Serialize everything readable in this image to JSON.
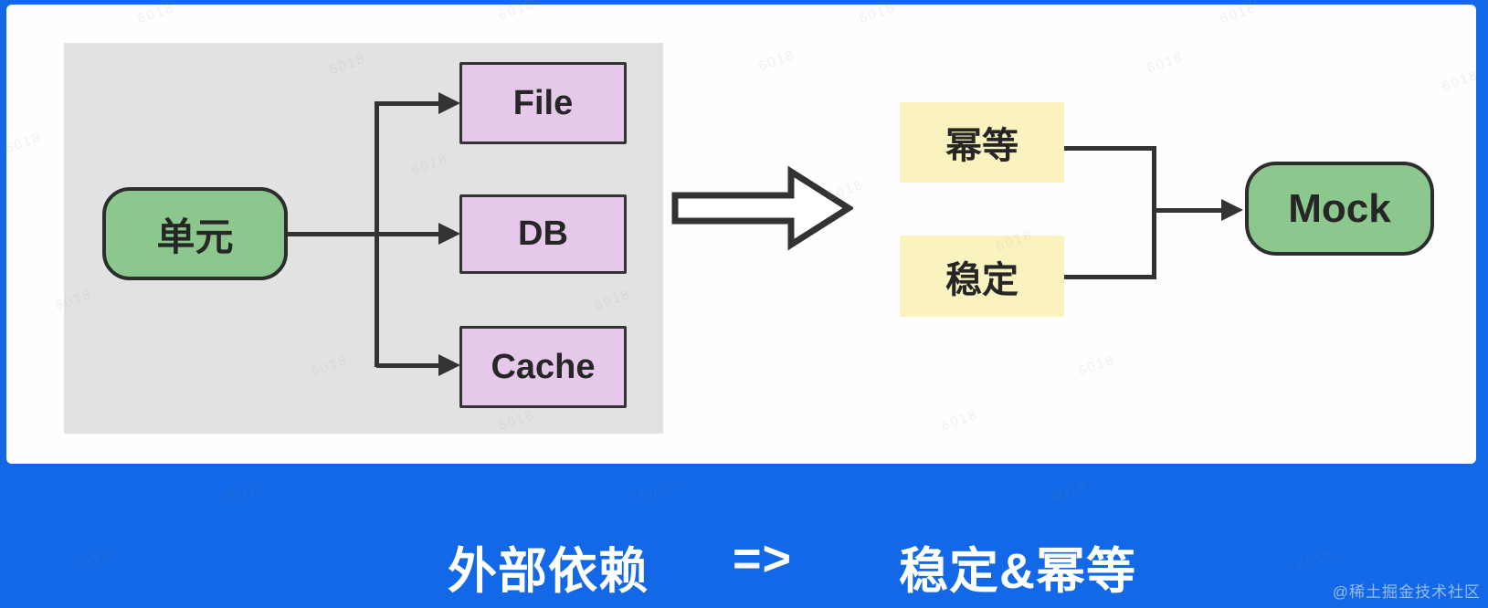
{
  "diagram": {
    "unit_label": "单元",
    "dependencies": [
      "File",
      "DB",
      "Cache"
    ],
    "qualities": [
      "幂等",
      "稳定"
    ],
    "mock_label": "Mock",
    "caption": {
      "left": "外部依赖",
      "arrow": "=>",
      "right": "稳定&幂等"
    },
    "corner_watermark": "@稀土掘金技术社区",
    "tile_watermark": "6018",
    "colors": {
      "background_blue": "#1268E6",
      "panel_gray": "#E2E2E2",
      "node_green": "#8CC88D",
      "node_purple": "#E5C8EA",
      "node_yellow": "#FAF3C0",
      "line_dark": "#333333",
      "caption_text": "#FFFFFF"
    }
  }
}
